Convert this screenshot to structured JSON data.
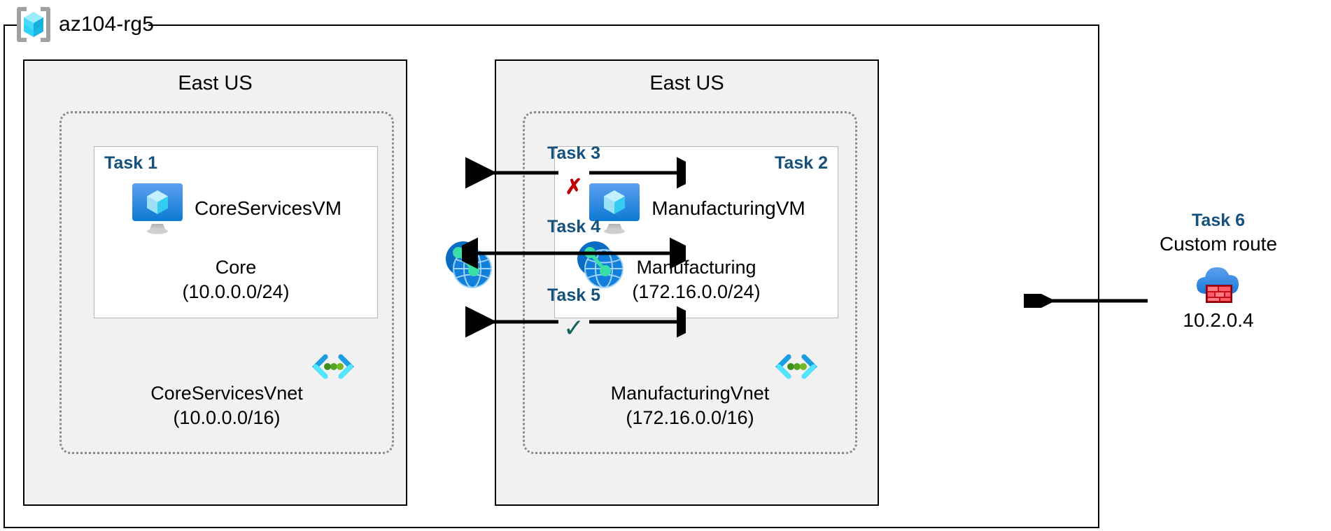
{
  "resource_group": {
    "name": "az104-rg5",
    "icon": "azure-resource-group-cube-icon"
  },
  "regions": [
    {
      "id": "left",
      "label": "East US"
    },
    {
      "id": "right",
      "label": "East US"
    }
  ],
  "vnets": [
    {
      "id": "left",
      "name": "CoreServicesVnet",
      "cidr": "(10.0.0.0/16)",
      "label": "CoreServicesVnet\n(10.0.0.0/16)",
      "icon": "subnet-code-brackets-icon",
      "subnet": {
        "task": "Task 1",
        "task_align": "left",
        "vm_name": "CoreServicesVM",
        "vm_icon": "virtual-machine-monitor-icon",
        "subnet_name": "Core",
        "subnet_cidr": "(10.0.0.0/24)",
        "subnet_label": "Core\n(10.0.0.0/24)"
      }
    },
    {
      "id": "right",
      "name": "ManufacturingVnet",
      "cidr": "(172.16.0.0/16)",
      "label": "ManufacturingVnet\n(172.16.0.0/16)",
      "icon": "subnet-code-brackets-icon",
      "subnet": {
        "task": "Task 2",
        "task_align": "right",
        "vm_name": "ManufacturingVM",
        "vm_icon": "virtual-machine-monitor-icon",
        "subnet_name": "Manufacturing",
        "subnet_cidr": "(172.16.0.0/24)",
        "subnet_label": "Manufacturing\n(172.16.0.0/24)"
      }
    }
  ],
  "peering_icons": [
    {
      "id": "left",
      "name": "vnet-peering-globe-icon"
    },
    {
      "id": "right",
      "name": "vnet-peering-globe-icon"
    }
  ],
  "connectors": [
    {
      "id": "task3",
      "label": "Task 3",
      "marker": "✗",
      "marker_type": "cross",
      "marker_color": "#c00000",
      "style": "split-arrows-outward"
    },
    {
      "id": "task4",
      "label": "Task 4",
      "marker": "",
      "marker_type": "none",
      "style": "double-headed-arrow"
    },
    {
      "id": "task5",
      "label": "Task 5",
      "marker": "✓",
      "marker_type": "check",
      "marker_color": "#16615e",
      "style": "split-arrows-outward"
    }
  ],
  "task6": {
    "title": "Task 6",
    "subtitle": "Custom route",
    "ip": "10.2.0.4",
    "icon": "firewall-cloud-icon",
    "arrow": "arrow-left-to-manufacturing-vnet"
  },
  "colors": {
    "task_label": "#14517c",
    "region_fill": "#f1f1f1",
    "region_border": "#000000",
    "vnet_border": "#8a8a8a",
    "subnet_border": "#b6b6b6",
    "cross_red": "#c00000",
    "check_teal": "#16615e",
    "azure_blue": "#0078d4",
    "cube_cyan": "#50e6ff",
    "firewall_red": "#e81123"
  }
}
